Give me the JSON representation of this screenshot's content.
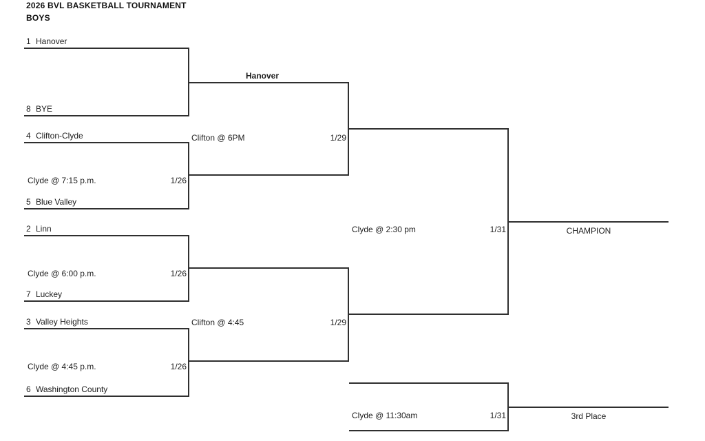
{
  "header": {
    "title": "2026 BVL BASKETBALL TOURNAMENT",
    "subtitle": "BOYS"
  },
  "round1": [
    {
      "top_seed": "1",
      "top_team": "Hanover",
      "bottom_seed": "8",
      "bottom_team": "BYE"
    },
    {
      "top_seed": "4",
      "top_team": "Clifton-Clyde",
      "bottom_seed": "5",
      "bottom_team": "Blue Valley",
      "info": "Clyde @ 7:15 p.m.",
      "date": "1/26"
    },
    {
      "top_seed": "2",
      "top_team": "Linn",
      "bottom_seed": "7",
      "bottom_team": "Luckey",
      "info": "Clyde @ 6:00 p.m.",
      "date": "1/26"
    },
    {
      "top_seed": "3",
      "top_team": "Valley Heights",
      "bottom_seed": "6",
      "bottom_team": "Washington County",
      "info": "Clyde @ 4:45 p.m.",
      "date": "1/26"
    }
  ],
  "semifinals": [
    {
      "advancing_team": "Hanover",
      "info": "Clifton @ 6PM",
      "date": "1/29"
    },
    {
      "info": "Clifton @ 4:45",
      "date": "1/29"
    }
  ],
  "final": {
    "info": "Clyde @ 2:30 pm",
    "date": "1/31",
    "winner_slot": "CHAMPION"
  },
  "third_place": {
    "info": "Clyde @ 11:30am",
    "date": "1/31",
    "winner_slot": "3rd Place"
  }
}
